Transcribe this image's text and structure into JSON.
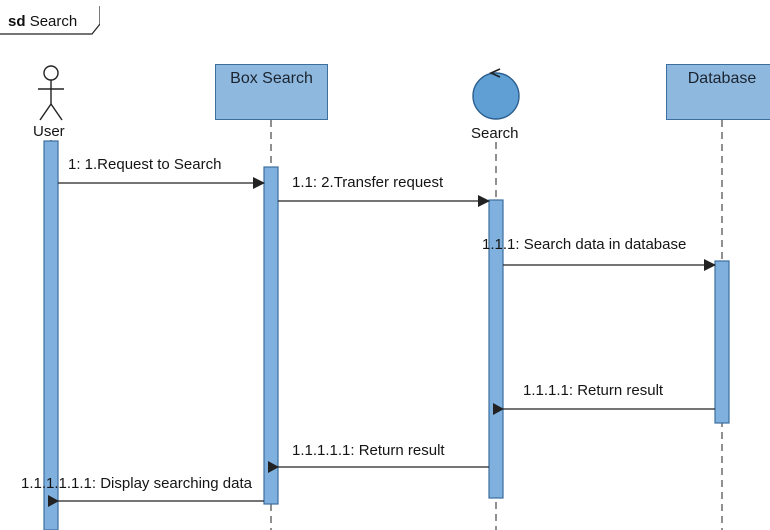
{
  "frame": {
    "keyword": "sd",
    "name": "Search"
  },
  "lifelines": {
    "user": {
      "label": "User",
      "kind": "actor"
    },
    "box_search": {
      "label": "Box Search",
      "kind": "boundary"
    },
    "search": {
      "label": "Search",
      "kind": "control"
    },
    "database": {
      "label": "Database",
      "kind": "entity"
    }
  },
  "messages": [
    {
      "label": "1: 1.Request to Search",
      "from": "User",
      "to": "Box Search",
      "kind": "call"
    },
    {
      "label": "1.1: 2.Transfer request",
      "from": "Box Search",
      "to": "Search",
      "kind": "call"
    },
    {
      "label": "1.1.1: Search data in database",
      "from": "Search",
      "to": "Database",
      "kind": "call"
    },
    {
      "label": "1.1.1.1: Return result",
      "from": "Database",
      "to": "Search",
      "kind": "return"
    },
    {
      "label": "1.1.1.1.1: Return result",
      "from": "Search",
      "to": "Box Search",
      "kind": "return"
    },
    {
      "label": "1.1.1.1.1.1: Display searching data",
      "from": "Box Search",
      "to": "User",
      "kind": "return"
    }
  ],
  "colors": {
    "fill": "#8fb8df",
    "stroke": "#3c6f9e",
    "line": "#222222"
  }
}
